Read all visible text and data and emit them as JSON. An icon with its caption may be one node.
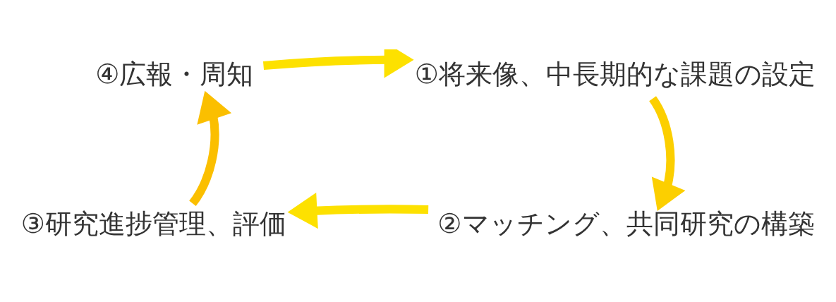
{
  "diagram": {
    "nodes": [
      {
        "text": [
          "④広報・周知"
        ]
      },
      {
        "text": [
          "①将来像、中長期的な課題の設定"
        ]
      },
      {
        "text": [
          "③研究進捗管理、評価"
        ]
      },
      {
        "text": [
          "②マッチング、共同研究の構築"
        ]
      }
    ],
    "edges": [
      {
        "from": 1,
        "to": 3,
        "arrow": "to",
        "color": "#fccf00"
      },
      {
        "from": 3,
        "to": 2,
        "arrow": "to",
        "color": "#fde100"
      },
      {
        "from": 2,
        "to": 0,
        "arrow": "to",
        "color": "#fbbf00"
      },
      {
        "from": 0,
        "to": 1,
        "arrow": "to",
        "color": "#fde100"
      }
    ]
  }
}
